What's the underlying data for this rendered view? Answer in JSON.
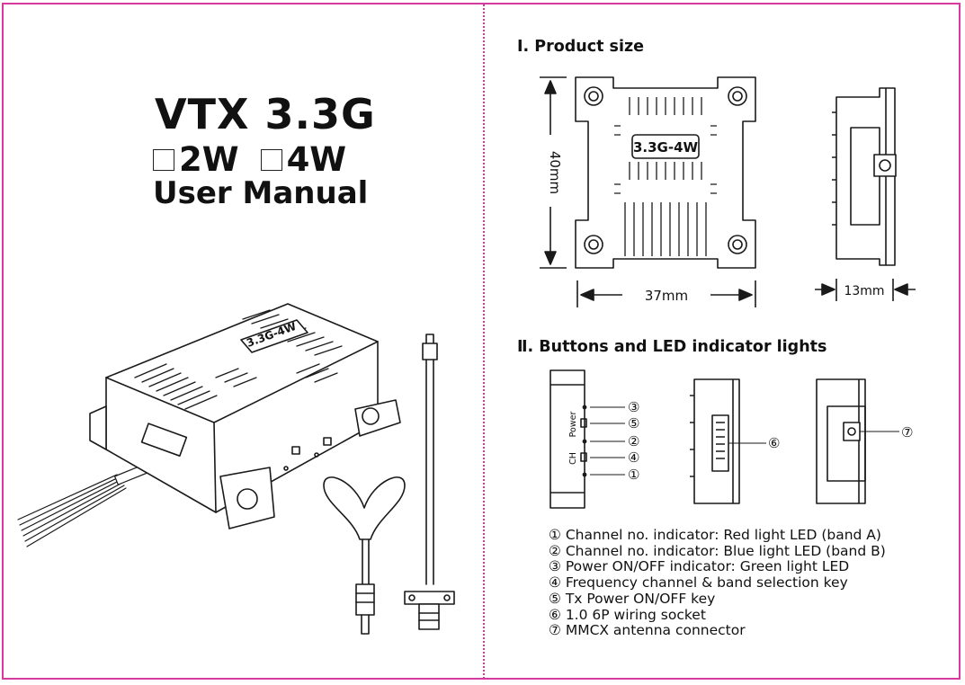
{
  "cover": {
    "title": "VTX 3.3G",
    "option_1": "2W",
    "option_2": "4W",
    "subtitle": "User Manual",
    "device_label": "3.3G-4W"
  },
  "size_section": {
    "heading": "Ⅰ. Product size",
    "label_height": "40mm",
    "label_width": "37mm",
    "label_depth": "13mm",
    "device_label": "3.3G-4W"
  },
  "buttons_section": {
    "heading": "Ⅱ. Buttons and LED indicator lights",
    "label_power": "Power",
    "label_ch": "CH",
    "callouts": [
      "③",
      "⑤",
      "②",
      "④",
      "①",
      "⑥",
      "⑦"
    ],
    "legend": [
      "① Channel no. indicator: Red light LED (band A)",
      "② Channel no. indicator: Blue light LED (band B)",
      "③ Power ON/OFF indicator: Green light LED",
      "④ Frequency channel & band selection key",
      "⑤ Tx Power ON/OFF key",
      "⑥ 1.0 6P wiring socket",
      "⑦ MMCX antenna connector"
    ]
  },
  "colors": {
    "border": "#d63a9c",
    "ink": "#111111"
  }
}
